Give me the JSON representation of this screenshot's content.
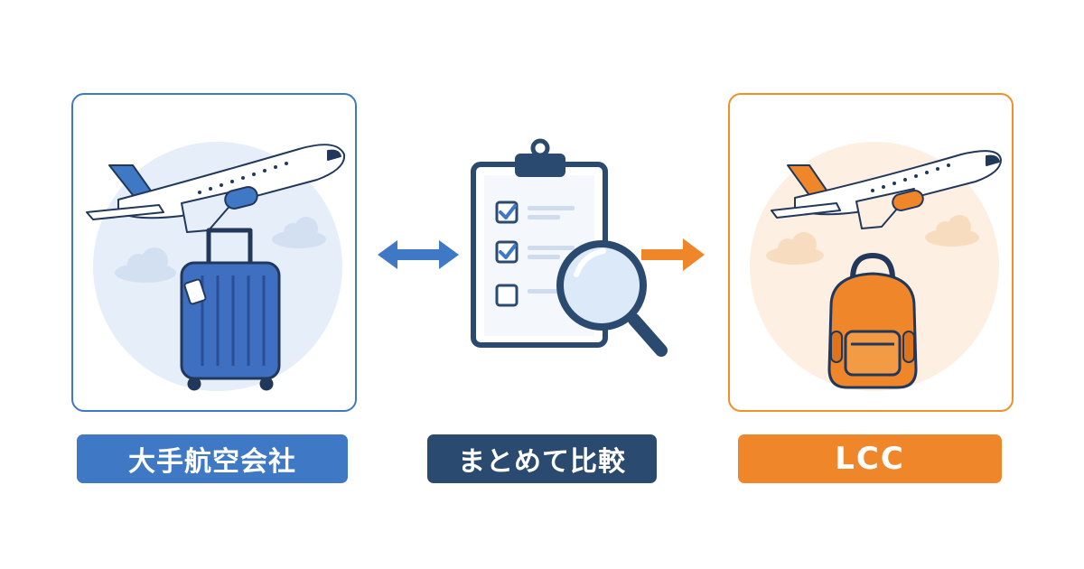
{
  "labels": {
    "major_airline": "大手航空会社",
    "compare": "まとめて比較",
    "lcc": "LCC"
  },
  "icons": {
    "left_panel": [
      "airplane-icon",
      "suitcase-icon",
      "cloud-icon"
    ],
    "center": [
      "double-arrow-icon",
      "clipboard-checklist-icon",
      "magnifier-icon",
      "arrow-right-icon"
    ],
    "right_panel": [
      "airplane-icon",
      "backpack-icon",
      "cloud-icon"
    ]
  },
  "colors": {
    "major_blue": "#3f78c5",
    "compare_navy": "#2b4a6f",
    "lcc_orange": "#f0862a",
    "major_bg_circle": "#e6eef9",
    "lcc_bg_circle": "#fdf0e2"
  }
}
